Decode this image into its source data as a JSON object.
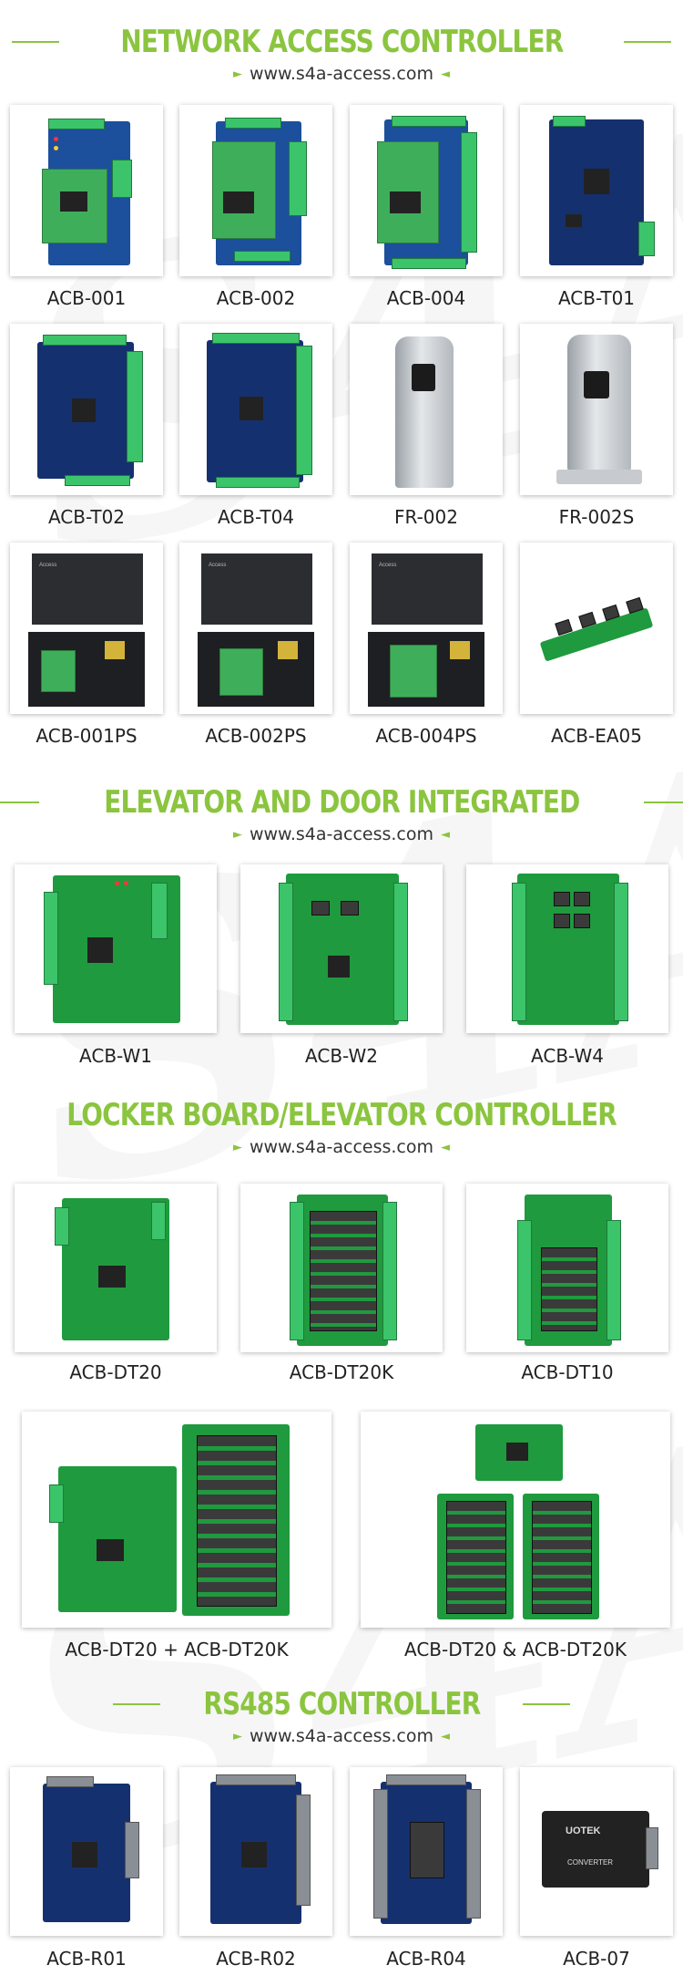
{
  "website": "www.s4a-access.com",
  "watermark": "S4A",
  "colors": {
    "accent": "#8bc53f"
  },
  "sections": [
    {
      "title": "NETWORK ACCESS CONTROLLER",
      "products": [
        "ACB-001",
        "ACB-002",
        "ACB-004",
        "ACB-T01",
        "ACB-T02",
        "ACB-T04",
        "FR-002",
        "FR-002S",
        "ACB-001PS",
        "ACB-002PS",
        "ACB-004PS",
        "ACB-EA05"
      ]
    },
    {
      "title": "ELEVATOR AND DOOR INTEGRATED",
      "products": [
        "ACB-W1",
        "ACB-W2",
        "ACB-W4"
      ]
    },
    {
      "title": "LOCKER BOARD/ELEVATOR CONTROLLER",
      "products": [
        "ACB-DT20",
        "ACB-DT20K",
        "ACB-DT10",
        "ACB-DT20 + ACB-DT20K",
        "ACB-DT20 & ACB-DT20K"
      ]
    },
    {
      "title": "RS485 CONTROLLER",
      "products": [
        "ACB-R01",
        "ACB-R02",
        "ACB-R04",
        "ACB-07"
      ]
    }
  ],
  "box_lid_text": "Access",
  "converter": {
    "brand": "UOTEK",
    "name": "CONVERTER"
  }
}
